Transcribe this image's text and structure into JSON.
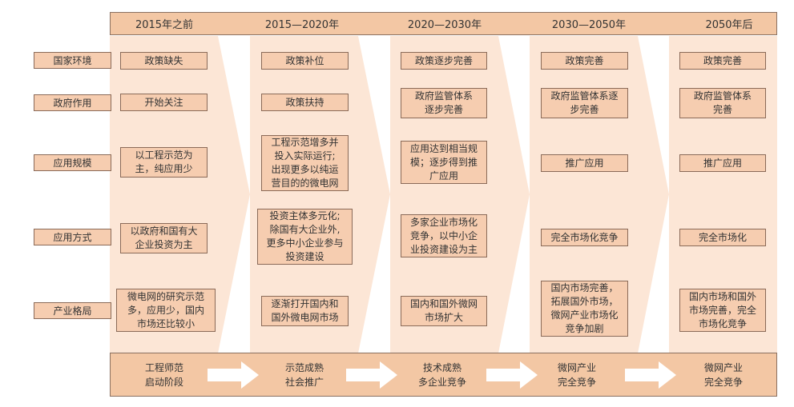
{
  "colors": {
    "header": "#f3c7a4",
    "column": "#fce6d6",
    "cell": "#f6cdb0",
    "border": "#8a6a58",
    "arrow": "#ffffff"
  },
  "periods": [
    "2015年之前",
    "2015—2020年",
    "2020—2030年",
    "2030—2050年",
    "2050年后"
  ],
  "rows": [
    "国家环境",
    "政府作用",
    "应用规模",
    "应用方式",
    "产业格局"
  ],
  "cells": {
    "c0": [
      "政策缺失",
      "开始关注",
      "以工程示范为\n主，纯应用少",
      "以政府和国有大\n企业投资为主",
      "微电网的研究示范\n多，应用少，国内\n市场还比较小"
    ],
    "c1": [
      "政策补位",
      "政策扶持",
      "工程示范增多并\n投入实际运行;\n出现更多以纯运\n营目的的微电网",
      "投资主体多元化;\n除国有大企业外,\n更多中小企业参与\n投资建设",
      "逐渐打开国内和\n国外微电网市场"
    ],
    "c2": [
      "政策逐步完善",
      "政府监管体系\n逐步完善",
      "应用达到相当规\n模；逐步得到推\n广应用",
      "多家企业市场化\n竞争，以中小企\n业投资建设为主",
      "国内和国外微网\n市场扩大"
    ],
    "c3": [
      "政策完善",
      "政府监管体系逐\n步完善",
      "推广应用",
      "完全市场化竞争",
      "国内市场完善，\n拓展国外市场，\n微网产业市场化\n竞争加剧"
    ],
    "c4": [
      "政策完善",
      "政府监管体系\n完善",
      "推广应用",
      "完全市场化",
      "国内市场和国外\n市场完善，完全\n市场化竞争"
    ]
  },
  "stages": [
    "工程师范\n启动阶段",
    "示范成熟\n社会推广",
    "技术成熟\n多企业竞争",
    "微网产业\n完全竞争",
    "微网产业\n完全竞争"
  ]
}
